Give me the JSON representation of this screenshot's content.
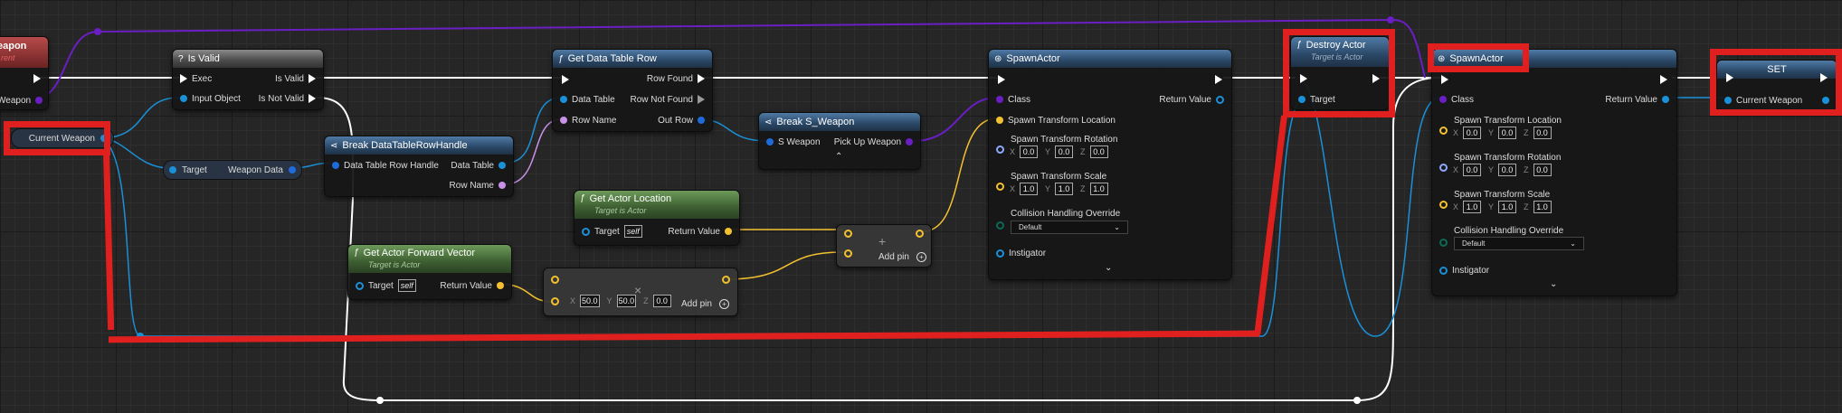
{
  "colors": {
    "exec": "#ffffff",
    "object": "#1a90d8",
    "vector": "#f3c130",
    "class": "#6a1ec4",
    "struct": "#1e6bdc",
    "highlight": "#e0201f"
  },
  "nodes": {
    "left_partial": {
      "title": "eapon",
      "subtitle": "rent",
      "pin": "Weapon"
    },
    "current_weapon_var": {
      "label": "Current Weapon"
    },
    "is_valid": {
      "title": "Is Valid",
      "icon": "question-icon",
      "exec": "Exec",
      "is_valid": "Is Valid",
      "input_object": "Input Object",
      "is_not_valid": "Is Not Valid"
    },
    "target_reroute": {
      "target": "Target",
      "weapon_data": "Weapon Data"
    },
    "get_data_table_row": {
      "title": "Get Data Table Row",
      "icon": "function-icon",
      "row_found": "Row Found",
      "data_table": "Data Table",
      "row_not_found": "Row Not Found",
      "row_name": "Row Name",
      "out_row": "Out Row"
    },
    "break_handle": {
      "title": "Break DataTableRowHandle",
      "icon": "break-struct-icon",
      "handle": "Data Table Row Handle",
      "data_table": "Data Table",
      "row_name": "Row Name"
    },
    "break_sweapon": {
      "title": "Break S_Weapon",
      "icon": "break-struct-icon",
      "s_weapon": "S Weapon",
      "pick_up_weapon": "Pick Up Weapon"
    },
    "get_actor_location": {
      "title": "Get Actor Location",
      "subtitle": "Target is Actor",
      "icon": "function-icon",
      "target": "Target",
      "target_value": "self",
      "return_value": "Return Value"
    },
    "get_actor_forward": {
      "title": "Get Actor Forward Vector",
      "subtitle": "Target is Actor",
      "icon": "function-icon",
      "target": "Target",
      "target_value": "self",
      "return_value": "Return Value"
    },
    "multiply": {
      "x_label": "X",
      "x": "50.0",
      "y_label": "Y",
      "y": "50.0",
      "z_label": "Z",
      "z": "0.0",
      "add_pin": "Add pin"
    },
    "add_node": {
      "add_pin": "Add pin",
      "symbol": "+"
    },
    "spawn_actor_1": {
      "title": "SpawnActor",
      "icon": "spawn-icon",
      "class": "Class",
      "return_value": "Return Value",
      "spawn_loc": "Spawn Transform Location",
      "spawn_rot": "Spawn Transform Rotation",
      "rot": {
        "x": "0.0",
        "y": "0.0",
        "z": "0.0"
      },
      "spawn_scale": "Spawn Transform Scale",
      "scale": {
        "x": "1.0",
        "y": "1.0",
        "z": "1.0"
      },
      "collision": "Collision Handling Override",
      "collision_value": "Default",
      "instigator": "Instigator"
    },
    "destroy_actor": {
      "title": "Destroy Actor",
      "subtitle": "Target is Actor",
      "icon": "function-icon",
      "target": "Target"
    },
    "spawn_actor_2": {
      "title": "SpawnActor",
      "icon": "spawn-icon",
      "class": "Class",
      "return_value": "Return Value",
      "spawn_loc": "Spawn Transform Location",
      "loc": {
        "x": "0.0",
        "y": "0.0",
        "z": "0.0"
      },
      "spawn_rot": "Spawn Transform Rotation",
      "rot": {
        "x": "0.0",
        "y": "0.0",
        "z": "0.0"
      },
      "spawn_scale": "Spawn Transform Scale",
      "scale": {
        "x": "1.0",
        "y": "1.0",
        "z": "1.0"
      },
      "collision": "Collision Handling Override",
      "collision_value": "Default",
      "instigator": "Instigator"
    },
    "set_node": {
      "title": "SET",
      "pin": "Current Weapon"
    }
  },
  "axis": {
    "x": "X",
    "y": "Y",
    "z": "Z"
  }
}
